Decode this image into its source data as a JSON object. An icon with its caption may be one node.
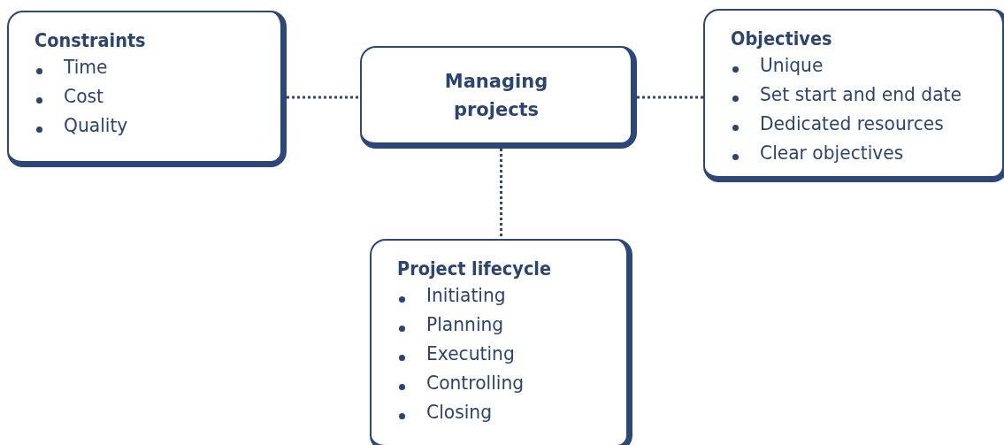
{
  "diagram": {
    "nodes": [
      {
        "text": [
          "Constraints",
          "Time",
          "Cost",
          "Quality"
        ]
      },
      {
        "text": [
          "Managing projects"
        ]
      },
      {
        "text": [
          "Objectives",
          "Unique",
          "Set start and end date",
          "Dedicated resources",
          "Clear objectives"
        ]
      },
      {
        "text": [
          "Project lifecycle",
          "Initiating",
          "Planning",
          "Executing",
          "Controlling",
          "Closing"
        ]
      }
    ],
    "edges": [
      {
        "from": 0,
        "to": 1,
        "arrow": "none",
        "style": "dashed"
      },
      {
        "from": 1,
        "to": 2,
        "arrow": "none",
        "style": "dashed"
      },
      {
        "from": 1,
        "to": 3,
        "arrow": "none",
        "style": "dashed"
      }
    ]
  }
}
